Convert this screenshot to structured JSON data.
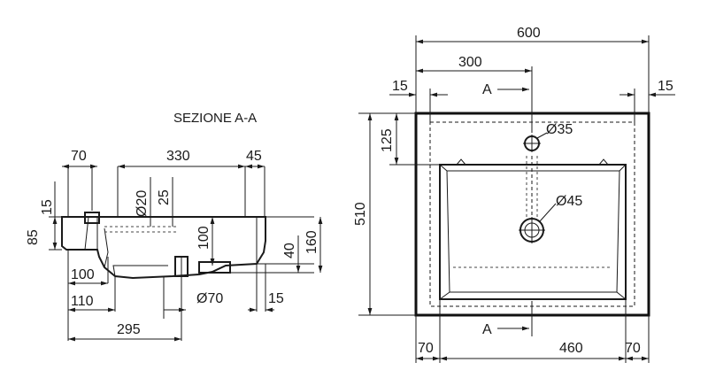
{
  "section_view": {
    "title": "SEZIONE A-A",
    "dims": {
      "top_left_70": "70",
      "top_330": "330",
      "top_45": "45",
      "left_15": "15",
      "left_85": "85",
      "phi20": "Ø20",
      "d25": "25",
      "d100_vert": "100",
      "d40": "40",
      "d160": "160",
      "d100_horiz": "100",
      "d110": "110",
      "d295": "295",
      "phi70": "Ø70",
      "d15_bottom": "15"
    }
  },
  "plan_view": {
    "dims": {
      "width_600": "600",
      "half_300": "300",
      "margin_left_15": "15",
      "margin_right_15": "15",
      "section_a_top": "A",
      "section_a_bottom": "A",
      "d125": "125",
      "phi35": "Ø35",
      "height_510": "510",
      "phi45": "Ø45",
      "bottom_70_left": "70",
      "bottom_460": "460",
      "bottom_70_right": "70"
    }
  }
}
